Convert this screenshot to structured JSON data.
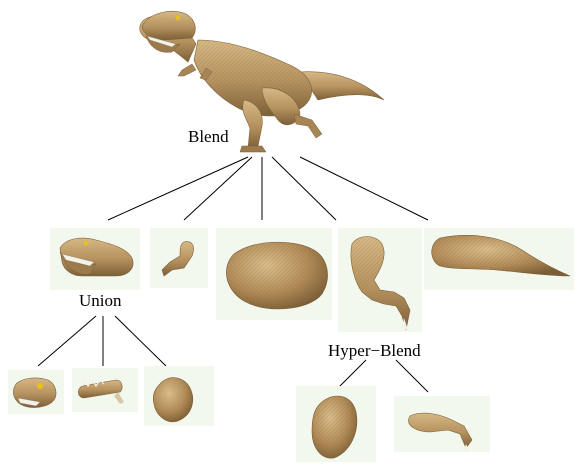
{
  "colors": {
    "skin": "#b5915e",
    "skin_dark": "#7d6038",
    "skin_light": "#d6b884",
    "thumb_background": "#f2f8ee",
    "edge": "#000000",
    "eye": "#e8c21a",
    "teeth": "#f4f1e6"
  },
  "operations": {
    "blend": "Blend",
    "union": "Union",
    "hyper_blend": "Hyper−Blend"
  },
  "nodes": {
    "root": "trex-model-icon",
    "level1": [
      "head-part-icon",
      "arm-part-icon",
      "body-part-icon",
      "leg-part-icon",
      "tail-part-icon"
    ],
    "head_children": [
      "head-eye-part-icon",
      "jaw-part-icon",
      "neck-part-icon"
    ],
    "leg_children": [
      "thigh-part-icon",
      "foot-part-icon"
    ]
  }
}
